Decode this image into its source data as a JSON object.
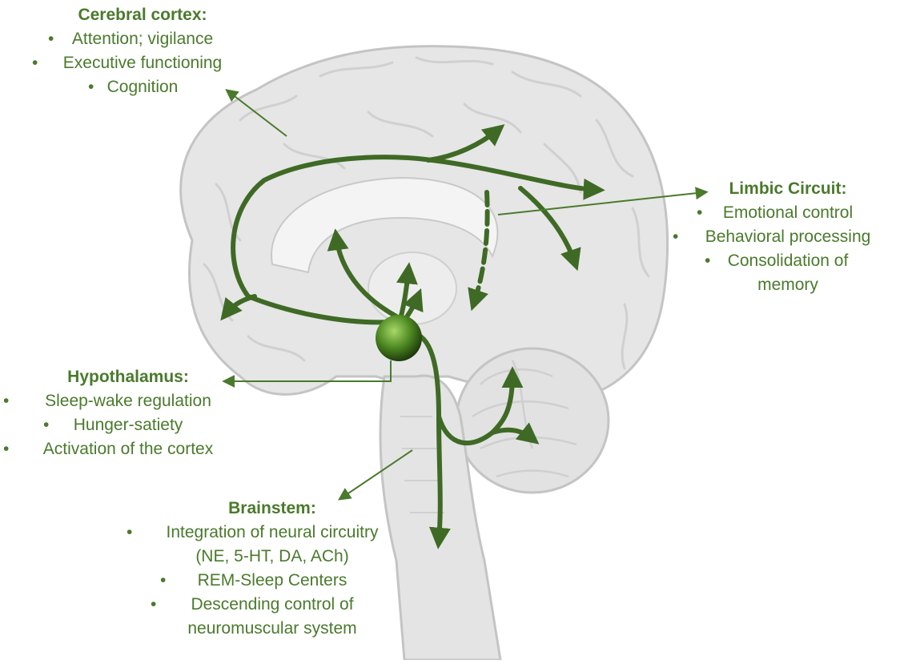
{
  "colors": {
    "accent": "#4a7a2c",
    "pathway": "#3f6a25",
    "brain_fill": "#e6e6e6",
    "brain_stroke": "#c4c4c4",
    "node": "#5a9a2a"
  },
  "labels": {
    "cerebral_cortex": {
      "heading": "Cerebral cortex:",
      "items": [
        "Attention; vigilance",
        "Executive functioning",
        "Cognition"
      ]
    },
    "limbic_circuit": {
      "heading": "Limbic Circuit:",
      "items": [
        "Emotional control",
        "Behavioral processing",
        "Consolidation of",
        "memory"
      ]
    },
    "hypothalamus": {
      "heading": "Hypothalamus:",
      "items": [
        "Sleep-wake regulation",
        "Hunger-satiety",
        "Activation of the cortex"
      ]
    },
    "brainstem": {
      "heading": "Brainstem:",
      "items": [
        "Integration of neural circuitry",
        "(NE, 5-HT, DA, ACh)",
        "REM-Sleep Centers",
        "Descending control of",
        "neuromuscular system"
      ]
    }
  }
}
